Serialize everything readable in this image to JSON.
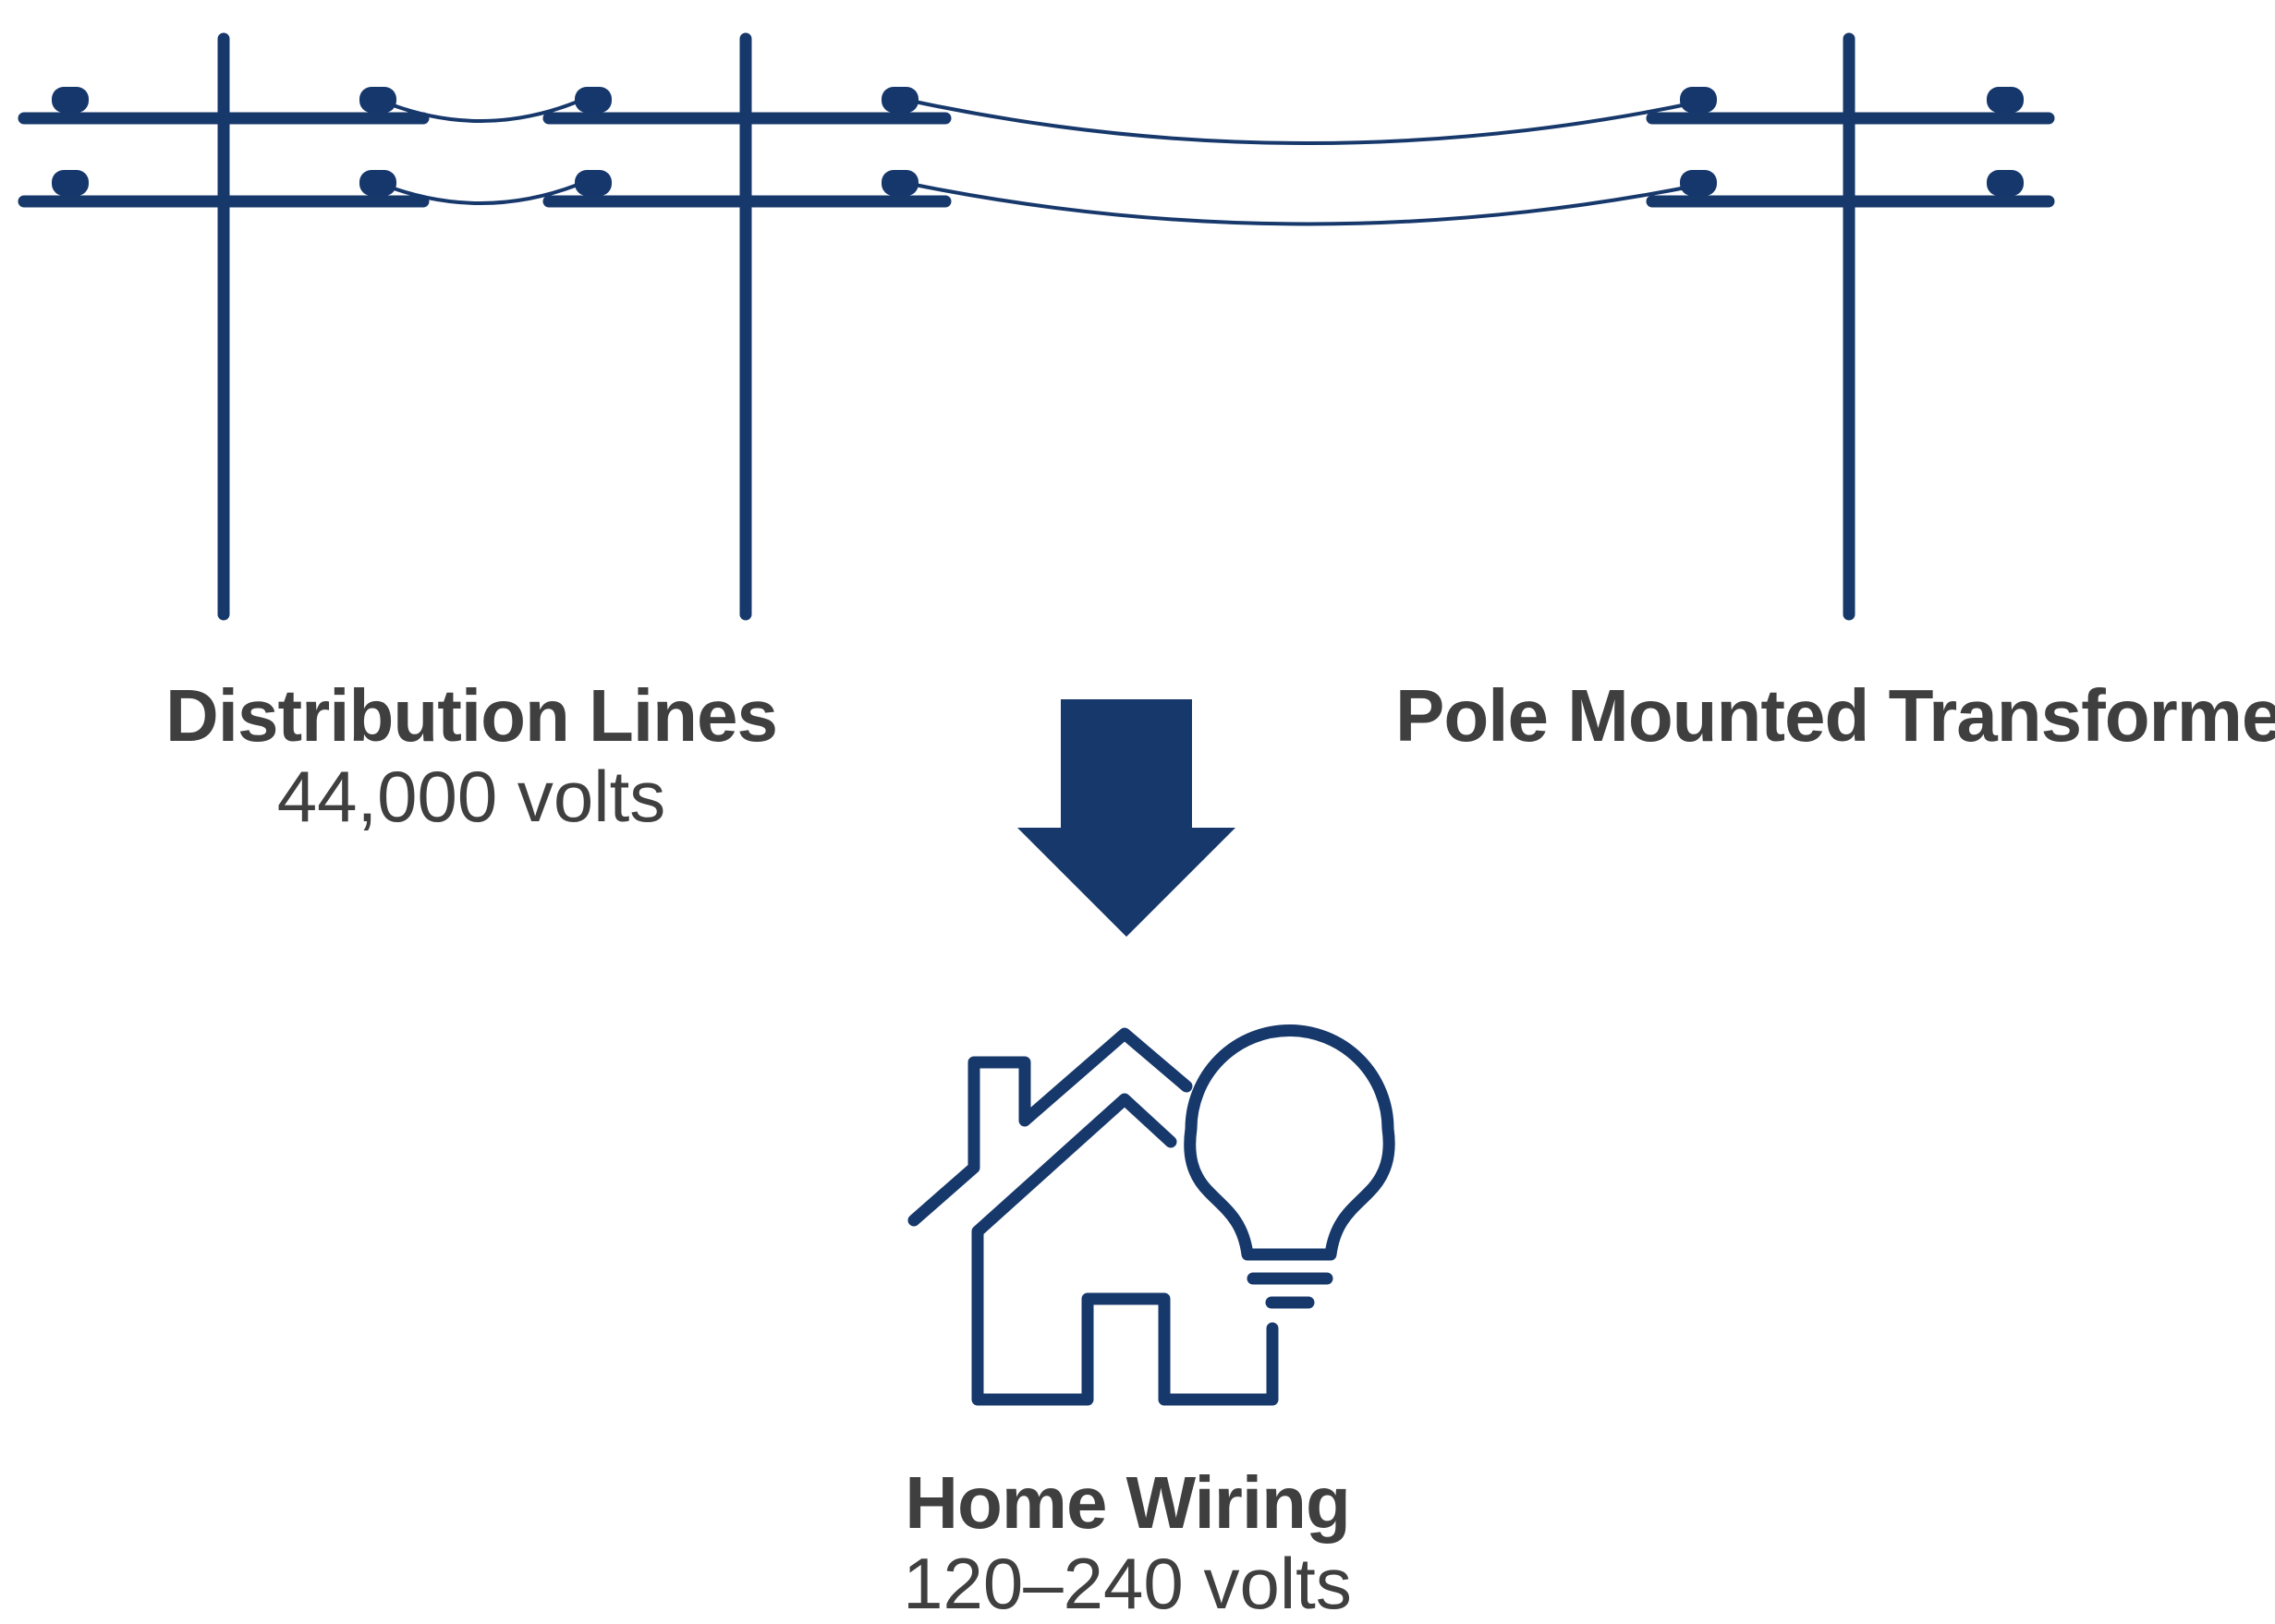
{
  "colors": {
    "line": "#17386b",
    "insulator": "#15376b",
    "text": "#3f3f3f"
  },
  "icons": {
    "poles": "utility-pole-icon",
    "arrow": "down-arrow-icon",
    "house": "house-icon",
    "bulb": "light-bulb-icon"
  },
  "labels": {
    "distribution": {
      "title": "Distribution Lines",
      "value": "44,000 volts"
    },
    "transformer": {
      "title": "Pole Mounted Transformer"
    },
    "home": {
      "title": "Home Wiring",
      "value": "120–240 volts"
    }
  }
}
